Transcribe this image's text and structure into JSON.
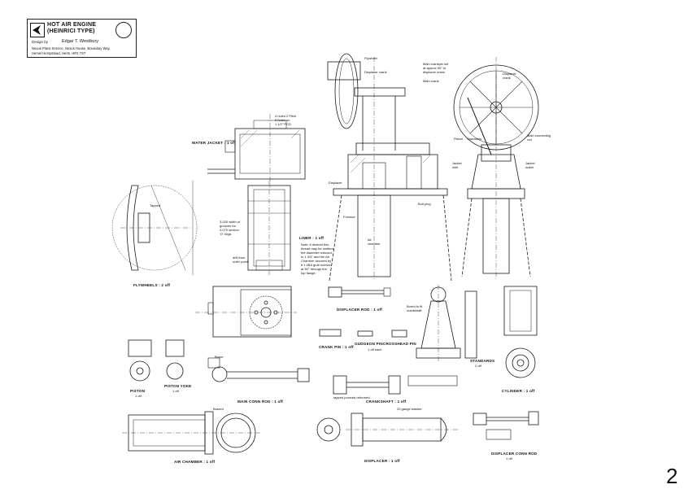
{
  "title_block": {
    "title_line1": "HOT AIR ENGINE",
    "title_line2": "(HEINRICI TYPE)",
    "designed_by_label": "Design by",
    "designer": "Edgar T. Westbury",
    "address_line1": "Nexus Plans Service, Nexus House, Boundary Way,",
    "address_line2": "Hemel Hempstead, Herts, HP2 7ST"
  },
  "views": {
    "water_jacket": "WATER JACKET : 1 off",
    "liner": "LINER : 1 off",
    "flywheels": "FLYWHEELS : 2 off",
    "displacer_rod": "DISPLACER ROD : 1 off",
    "crank_pin": "CRANK PIN : 1 off",
    "gudgeon_pin": "GUDGEON PIN",
    "crosshead_pin": "CROSSHEAD PIN",
    "one_off_each": "1 off each",
    "piston": "PISTON",
    "piston_qty": "1 off",
    "piston_yoke": "PISTON YOKE",
    "piston_yoke_qty": "1 off",
    "main_conn_rod": "MAIN CONN ROD : 1 off",
    "crankshaft": "CRANKSHAFT : 1 off",
    "standards": "STANDARDS",
    "standards_qty": "2 off",
    "cylinder": "CYLINDER : 1 off",
    "air_chamber": "AIR CHAMBER : 1 off",
    "displacer": "DISPLACER : 1 off",
    "displacer_conn_rod": "DISPLACER CONN ROD",
    "displacer_conn_rod_qty": "1 off"
  },
  "callouts": {
    "flywheel": "Flywheel",
    "displacer_crank": "Displacer crank",
    "main_crank": "Main crank",
    "main_crankpin_note": "Main crankpin set\nat approx 90° to\ndisplacer crank",
    "piston": "Piston",
    "displacer": "Displacer",
    "furnace": "Furnace",
    "bolt_plug": "Bolt plug",
    "air_chamber": "Air\nchamber",
    "standards": "Standards",
    "main_connecting_rod": "Main connecting\nrod",
    "jacket_inlet": "Jacket\ninlet",
    "jacket_outlet": "Jacket\noutlet",
    "displacer_crank_side": "Displacer\ncrank",
    "liner_note": "Note: if desired this\nthread may be omitted,\nthe diameter reduced\nto 1 3/4\" and the Air\nChamber secured by\n6 x 4BA grub screws\nat 60° through the\ntop flange.",
    "grooves_note": "3-020 width of\ngrooves for\n0.070 section\n'O' rings",
    "bored_crankshaft": "Bored to fit\ncrankshaft",
    "tapped": "Tapped",
    "brazed": "Brazed",
    "braze": "Braze",
    "drill_from_outer": "drill from\nouter point",
    "gauge_washer": "20 gauge washer",
    "flats_note": "4 holes 2 Pitch\n6 holes on\n1 1/2\" PCD",
    "journal_note": "tapped journals reformed"
  },
  "sheet_number": "2"
}
